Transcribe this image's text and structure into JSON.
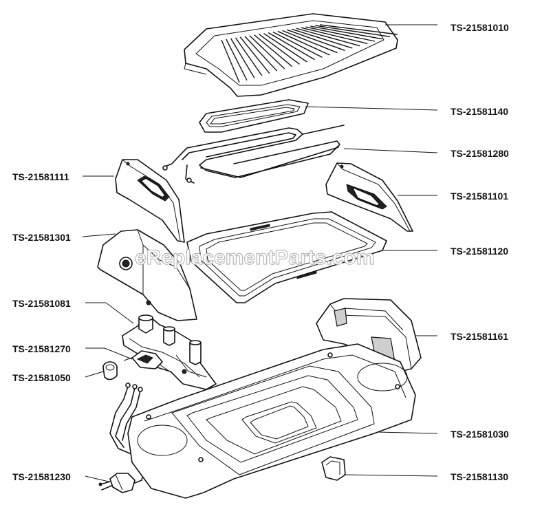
{
  "watermark": "eReplacementParts.com",
  "labels": {
    "p1010": "TS-21581010",
    "p1140": "TS-21581140",
    "p1280": "TS-21581280",
    "p1111": "TS-21581111",
    "p1101": "TS-21581101",
    "p1301": "TS-21581301",
    "p1120": "TS-21581120",
    "p1081": "TS-21581081",
    "p1161": "TS-21581161",
    "p1270": "TS-21581270",
    "p1050": "TS-21581050",
    "p1030": "TS-21581030",
    "p1230": "TS-21581230",
    "p1130": "TS-21581130"
  }
}
